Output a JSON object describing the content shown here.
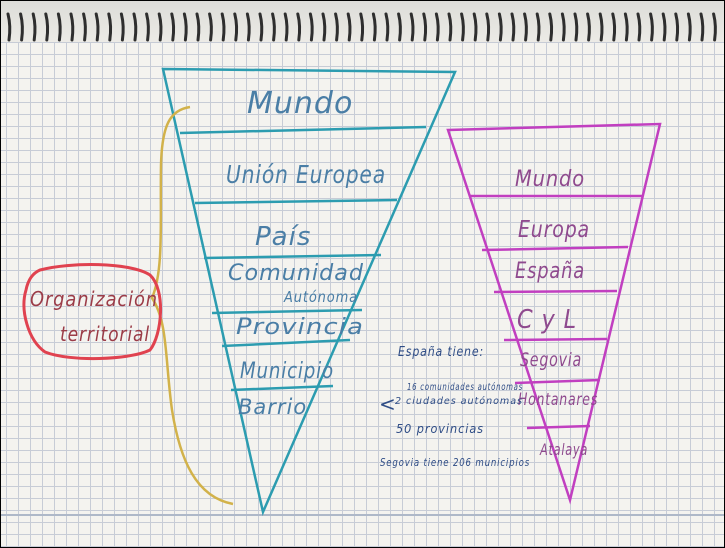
{
  "colors": {
    "paper": "#f4f3ef",
    "grid": "#c7ccd6",
    "left_pyramid_ink": "#2c9cb0",
    "right_pyramid_ink": "#c13fc0",
    "brace_ink": "#d2b24a",
    "cloud_ink": "#e0424f",
    "note_ink": "#2f4d86"
  },
  "left_pyramid": {
    "levels": [
      "Mundo",
      "Unión Europea",
      "País",
      "Comunidad",
      "Provincia",
      "Municipio",
      "Barrio"
    ],
    "level_4_line_2": "Autónoma"
  },
  "right_pyramid": {
    "levels": [
      "Mundo",
      "Europa",
      "España",
      "C y L",
      "Segovia",
      "Hontanares",
      "Atalaya"
    ]
  },
  "cloud_label": {
    "line1": "Organización",
    "line2": "territorial"
  },
  "notes": {
    "heading": "España tiene:",
    "item1": "16 comunidades autónomas",
    "item2": "2 ciudades autónomas",
    "item3": "50 provincias",
    "item4": "Segovia tiene 206 municipios"
  }
}
